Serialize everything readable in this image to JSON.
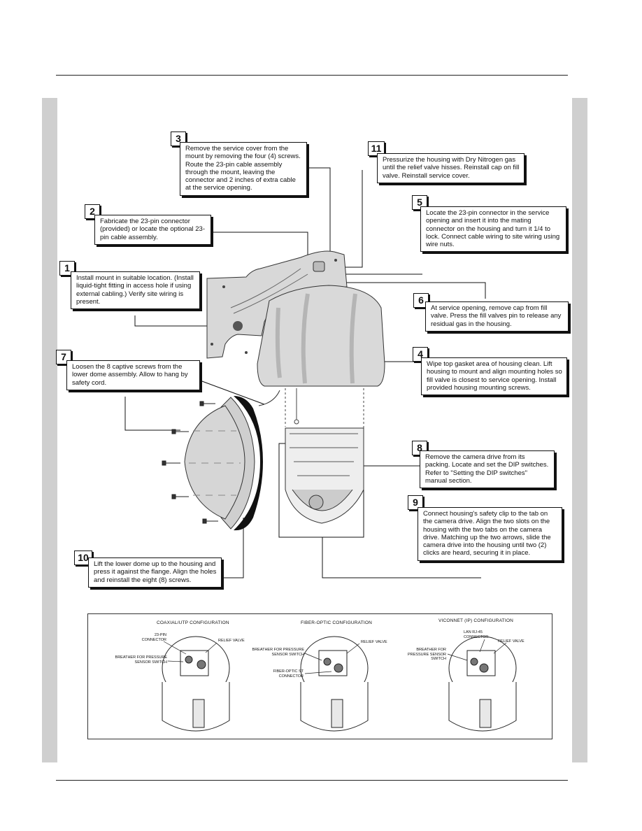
{
  "callouts": [
    {
      "num": "3",
      "text": "Remove the service cover from the mount by removing the four (4) screws. Route the 23-pin cable assembly through the mount, leaving the connector and 2 inches of extra cable at the service opening."
    },
    {
      "num": "11",
      "text": "Pressurize the housing with Dry Nitrogen gas until the relief valve hisses. Reinstall cap on fill valve. Reinstall service cover."
    },
    {
      "num": "2",
      "text": "Fabricate the 23-pin connector (provided) or locate the optional 23-pin cable assembly."
    },
    {
      "num": "5",
      "text": "Locate the 23-pin connector in the service opening and insert it into the mating connector on the housing and turn it 1/4 to lock. Connect cable wiring to site wiring using wire nuts."
    },
    {
      "num": "1",
      "text": "Install mount in suitable location. (Install liquid-tight fitting in access hole if using external cabling.) Verify site wiring is present."
    },
    {
      "num": "6",
      "text": "At service opening, remove cap from fill valve.  Press the fill valves pin to release any residual gas in the housing."
    },
    {
      "num": "7",
      "text": "Loosen the 8 captive screws from the lower dome assembly. Allow to hang by safety cord."
    },
    {
      "num": "4",
      "text": "Wipe top gasket area of housing clean. Lift housing to mount and align mounting holes so fill valve is closest to service opening. Install provided housing mounting screws."
    },
    {
      "num": "8",
      "text": "Remove the camera drive from its packing. Locate and set the DIP switches. Refer to \"Setting the DIP switches\" manual section."
    },
    {
      "num": "9",
      "text": "Connect housing's safety clip to the tab on the camera drive. Align the two slots on the housing with the two tabs on the camera drive. Matching up the two arrows, slide the camera drive into the housing until two (2) clicks are heard, securing it in place."
    },
    {
      "num": "10",
      "text": "Lift the lower dome up to the housing and press it against the flange. Align the holes and reinstall the eight (8) screws."
    }
  ],
  "configurations": {
    "coax": {
      "title": "COAXIAL/UTP CONFIGURATION",
      "connector": "23-PIN CONNECTOR",
      "relief": "RELIEF VALVE",
      "breather": "BREATHER FOR PRESSURE SENSOR SWITCH"
    },
    "fiber": {
      "title": "FIBER-OPTIC CONFIGURATION",
      "breather": "BREATHER FOR PRESSURE SENSOR SWITCH",
      "relief": "RELIEF VALVE",
      "connector": "FIBER-OPTIC ST CONNECTOR"
    },
    "ip": {
      "title": "VICONNET (IP) CONFIGURATION",
      "connector": "LAN RJ-45 CONNECTOR",
      "relief": "RELIEF VALVE",
      "breather": "BREATHER FOR PRESSURE SENSOR SWITCH"
    }
  }
}
